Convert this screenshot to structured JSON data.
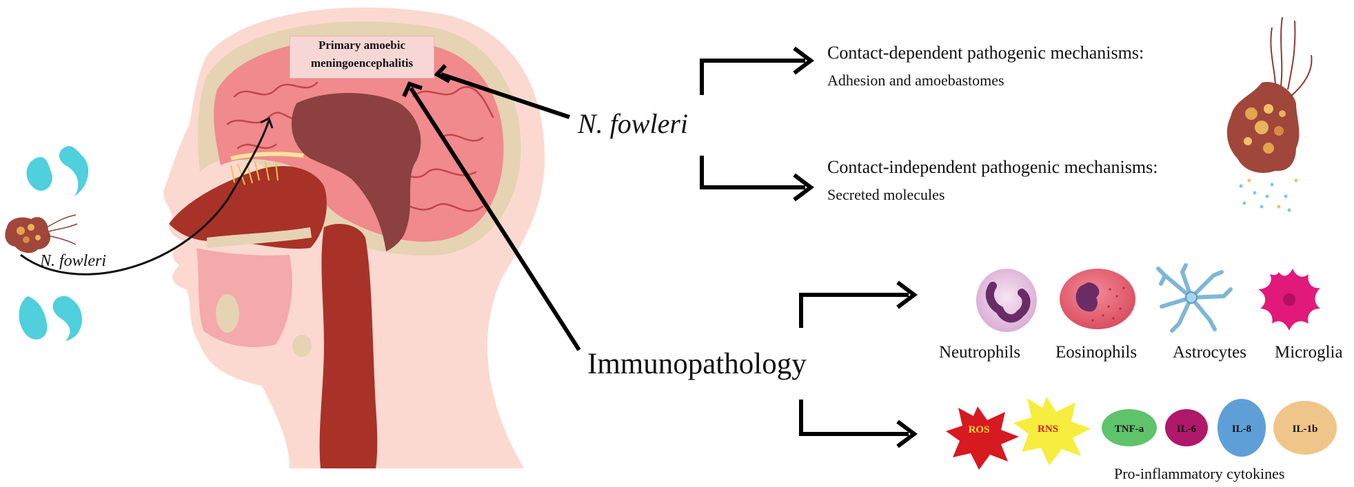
{
  "figure": {
    "brain_label": {
      "line1": "Primary amoebic",
      "line2": "meningoencephalitis"
    },
    "pathogen_left_label": "N. fowleri",
    "pathogen_center_label": "N. fowleri",
    "immuno_label": "Immunopathology",
    "mechanisms": [
      {
        "title": "Contact-dependent pathogenic mechanisms:",
        "detail": "Adhesion and amoebastomes"
      },
      {
        "title": "Contact-independent pathogenic mechanisms:",
        "detail": "Secreted molecules"
      }
    ],
    "immune_cells": [
      "Neutrophils",
      "Eosinophils",
      "Astrocytes",
      "Microglia"
    ],
    "reactive_species": [
      "ROS",
      "RNS"
    ],
    "cytokines": [
      "TNF-a",
      "IL-6",
      "IL-8",
      "IL-1b"
    ],
    "cytokine_caption": "Pro-inflammatory cytokines"
  },
  "colors": {
    "skin": "#fbd9d0",
    "brain": "#f08a8c",
    "brain_dark": "#8c4040",
    "tissue_red": "#a83228",
    "bone": "#e5d3b3",
    "water_droplet": "#4fd0dc",
    "amoeba": "#a0463b"
  }
}
